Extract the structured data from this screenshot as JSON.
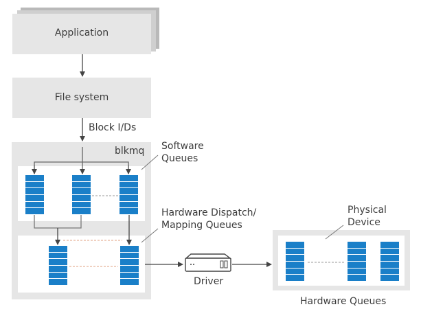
{
  "diagram": {
    "application": {
      "label": "Application"
    },
    "file_system": {
      "label": "File system"
    },
    "block_ios": {
      "label": "Block I/Ds"
    },
    "blkmq": {
      "label": "blkmq"
    },
    "software_queues": {
      "label_line1": "Software",
      "label_line2": "Queues",
      "queue_count_shown": 3
    },
    "hardware_dispatch": {
      "label_line1": "Hardware Dispatch/",
      "label_line2": "Mapping Queues",
      "queue_count_shown": 2
    },
    "driver": {
      "label": "Driver",
      "icon": "server-device-icon"
    },
    "physical_device": {
      "label_line1": "Physical",
      "label_line2": "Device",
      "queue_count_shown": 3
    },
    "hardware_queues": {
      "label": "Hardware Queues"
    },
    "colors": {
      "queue_blue": "#1a7fc8",
      "box_gray": "#e6e6e6",
      "arrow": "#444444",
      "dashed": "#e0a080"
    }
  }
}
